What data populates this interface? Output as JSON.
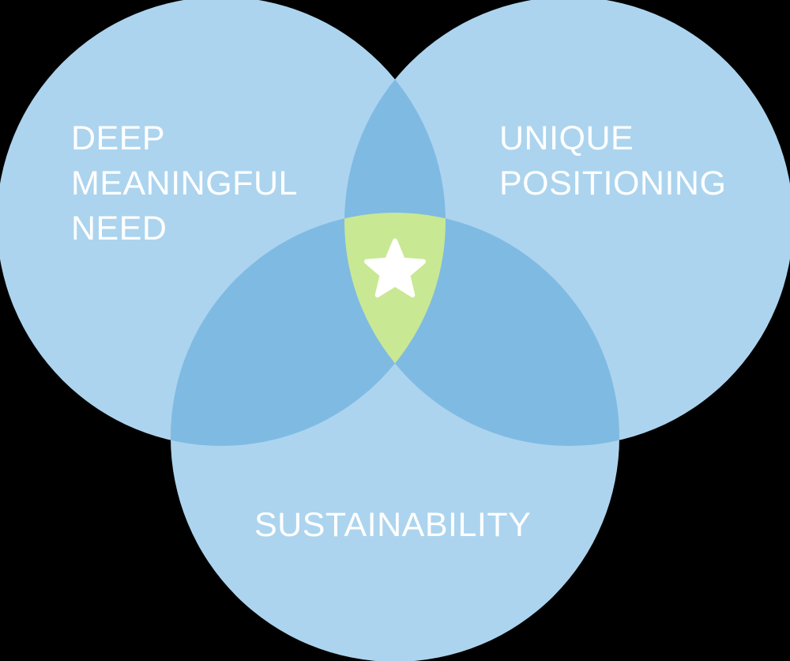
{
  "diagram": {
    "type": "venn-3-circle",
    "colors": {
      "background": "#000000",
      "circle_fill": "#ACD4EE",
      "pair_overlap_fill": "#7FBAE3",
      "triple_overlap_fill": "#C9E893",
      "label_text": "#FFFFFF",
      "star_fill": "#FFFFFF"
    },
    "labels": {
      "deep": {
        "lines": [
          "DEEP",
          "MEANINGFUL",
          "NEED"
        ]
      },
      "unique": {
        "lines": [
          "UNIQUE",
          "POSITIONING"
        ]
      },
      "sustainability": {
        "lines": [
          "SUSTAINABILITY"
        ]
      }
    },
    "center_icon": "star-icon"
  }
}
